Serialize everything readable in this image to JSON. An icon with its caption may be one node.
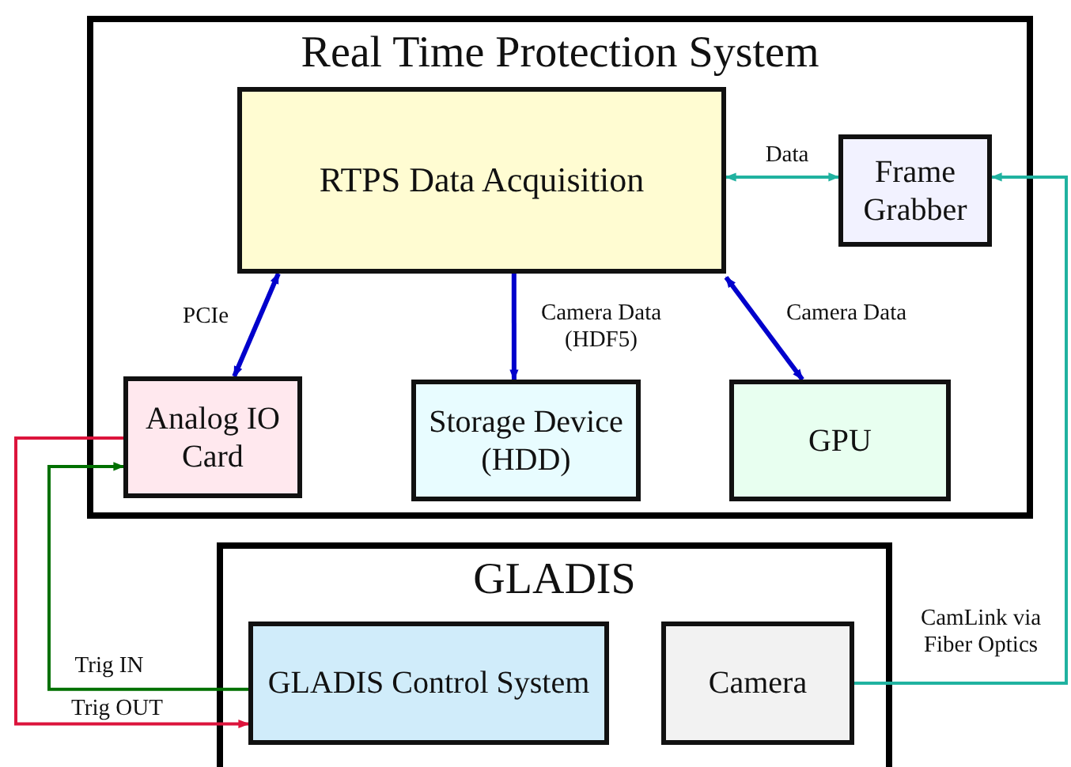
{
  "diagram": {
    "nodes": [
      {
        "text": [
          "Real Time Protection System"
        ]
      },
      {
        "text": [
          "RTPS Data Acquisition"
        ],
        "in": 0
      },
      {
        "text": [
          "Frame Grabber"
        ],
        "in": 0
      },
      {
        "text": [
          "Analog IO Card"
        ],
        "in": 0
      },
      {
        "text": [
          "Storage Device (HDD)"
        ],
        "in": 0
      },
      {
        "text": [
          "GPU"
        ],
        "in": 0
      },
      {
        "text": [
          "GLADIS"
        ]
      },
      {
        "text": [
          "GLADIS Control System"
        ],
        "in": 6
      },
      {
        "text": [
          "Camera"
        ],
        "in": 6
      }
    ],
    "edges": [
      {
        "from": 1,
        "to": 2,
        "arrow": "both",
        "label": "Data",
        "color": "#20b2a0"
      },
      {
        "from": 1,
        "to": 3,
        "arrow": "both",
        "label": "PCIe",
        "color": "#0000cc"
      },
      {
        "from": 1,
        "to": 4,
        "arrow": "to",
        "label": "Camera Data (HDF5)",
        "color": "#0000cc"
      },
      {
        "from": 1,
        "to": 5,
        "arrow": "both",
        "label": "Camera Data",
        "color": "#0000cc"
      },
      {
        "from": 8,
        "to": 2,
        "arrow": "to",
        "label": "CamLink via Fiber Optics",
        "color": "#20b2a0"
      },
      {
        "from": 3,
        "to": 7,
        "arrow": "to",
        "label": "Trig OUT",
        "color": "#dc143c"
      },
      {
        "from": 7,
        "to": 3,
        "arrow": "to",
        "label": "Trig IN",
        "color": "#007000"
      }
    ]
  }
}
